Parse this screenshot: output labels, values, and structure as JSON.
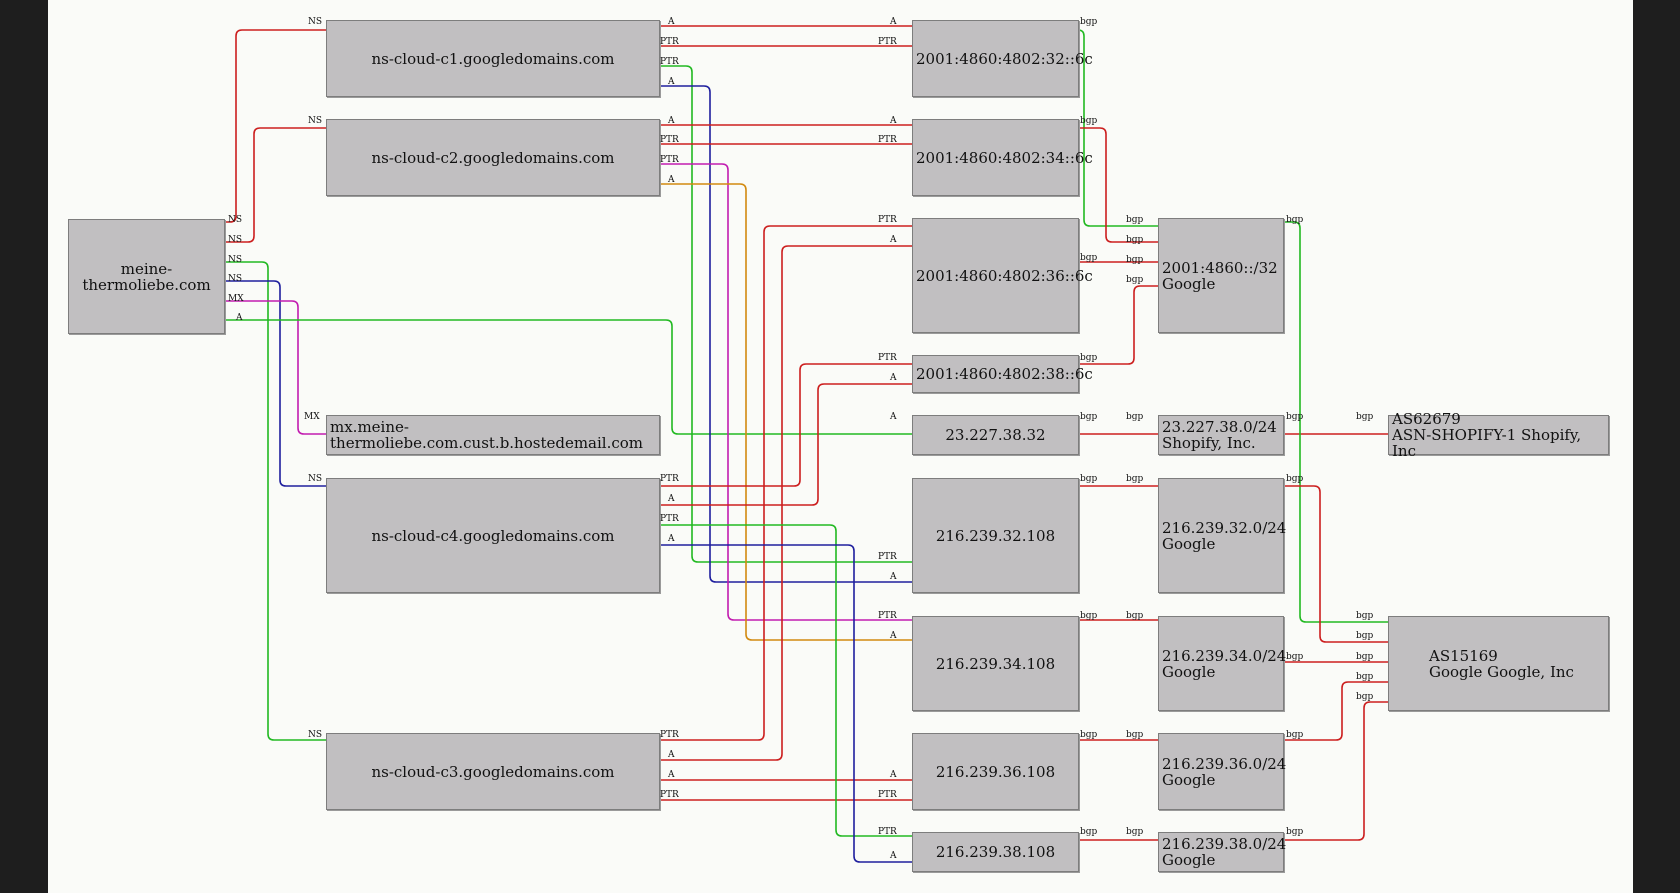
{
  "nodes": {
    "domain": "meine-thermoliebe.com",
    "ns_c1": "ns-cloud-c1.googledomains.com",
    "ns_c2": "ns-cloud-c2.googledomains.com",
    "mx": "mx.meine-thermoliebe.com.cust.b.hostedemail.com",
    "ns_c4": "ns-cloud-c4.googledomains.com",
    "ns_c3": "ns-cloud-c3.googledomains.com",
    "ip6_32": "2001:4860:4802:32::6c",
    "ip6_34": "2001:4860:4802:34::6c",
    "ip6_36": "2001:4860:4802:36::6c",
    "ip6_38": "2001:4860:4802:38::6c",
    "ip_shopify": "23.227.38.32",
    "ip_32": "216.239.32.108",
    "ip_34": "216.239.34.108",
    "ip_36": "216.239.36.108",
    "ip_38": "216.239.38.108",
    "net_v6": {
      "line1": "2001:4860::/32",
      "line2": "Google"
    },
    "net_shopify": {
      "line1": "23.227.38.0/24",
      "line2": "Shopify, Inc."
    },
    "net_32": {
      "line1": "216.239.32.0/24",
      "line2": "Google"
    },
    "net_34": {
      "line1": "216.239.34.0/24",
      "line2": "Google"
    },
    "net_36": {
      "line1": "216.239.36.0/24",
      "line2": "Google"
    },
    "net_38": {
      "line1": "216.239.38.0/24",
      "line2": "Google"
    },
    "as_shopify": {
      "line1": "AS62679",
      "line2": "ASN-SHOPIFY-1 Shopify, Inc"
    },
    "as_google": {
      "line1": "AS15169",
      "line2": "Google Google, Inc"
    }
  },
  "edge_labels": {
    "ns": "NS",
    "mx": "MX",
    "a": "A",
    "ptr": "PTR",
    "bgp": "bgp"
  },
  "colors": {
    "red": "#cc1f1f",
    "green": "#22b922",
    "navy": "#1f1f9e",
    "magenta": "#c21cb0",
    "orange": "#d28a10"
  }
}
